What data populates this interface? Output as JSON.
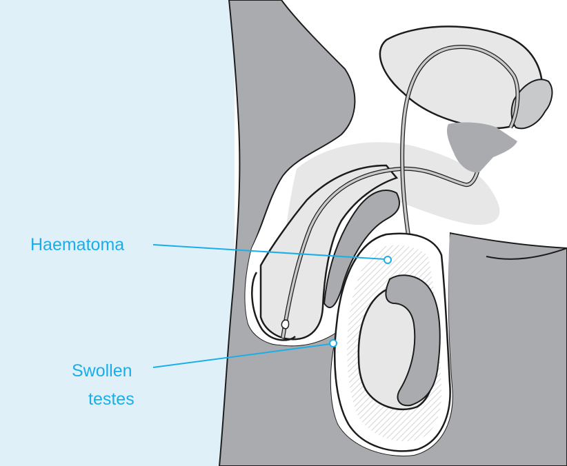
{
  "labels": {
    "haematoma": "Haematoma",
    "swollen_line1": "Swollen",
    "swollen_line2": "testes"
  },
  "colors": {
    "background_panel": "#dff0f9",
    "body_dark": "#a9abaf",
    "body_light": "#e7e7e8",
    "organ_mid": "#c8c9cb",
    "outline": "#1c1c1c",
    "label_blue": "#1aaee8"
  }
}
